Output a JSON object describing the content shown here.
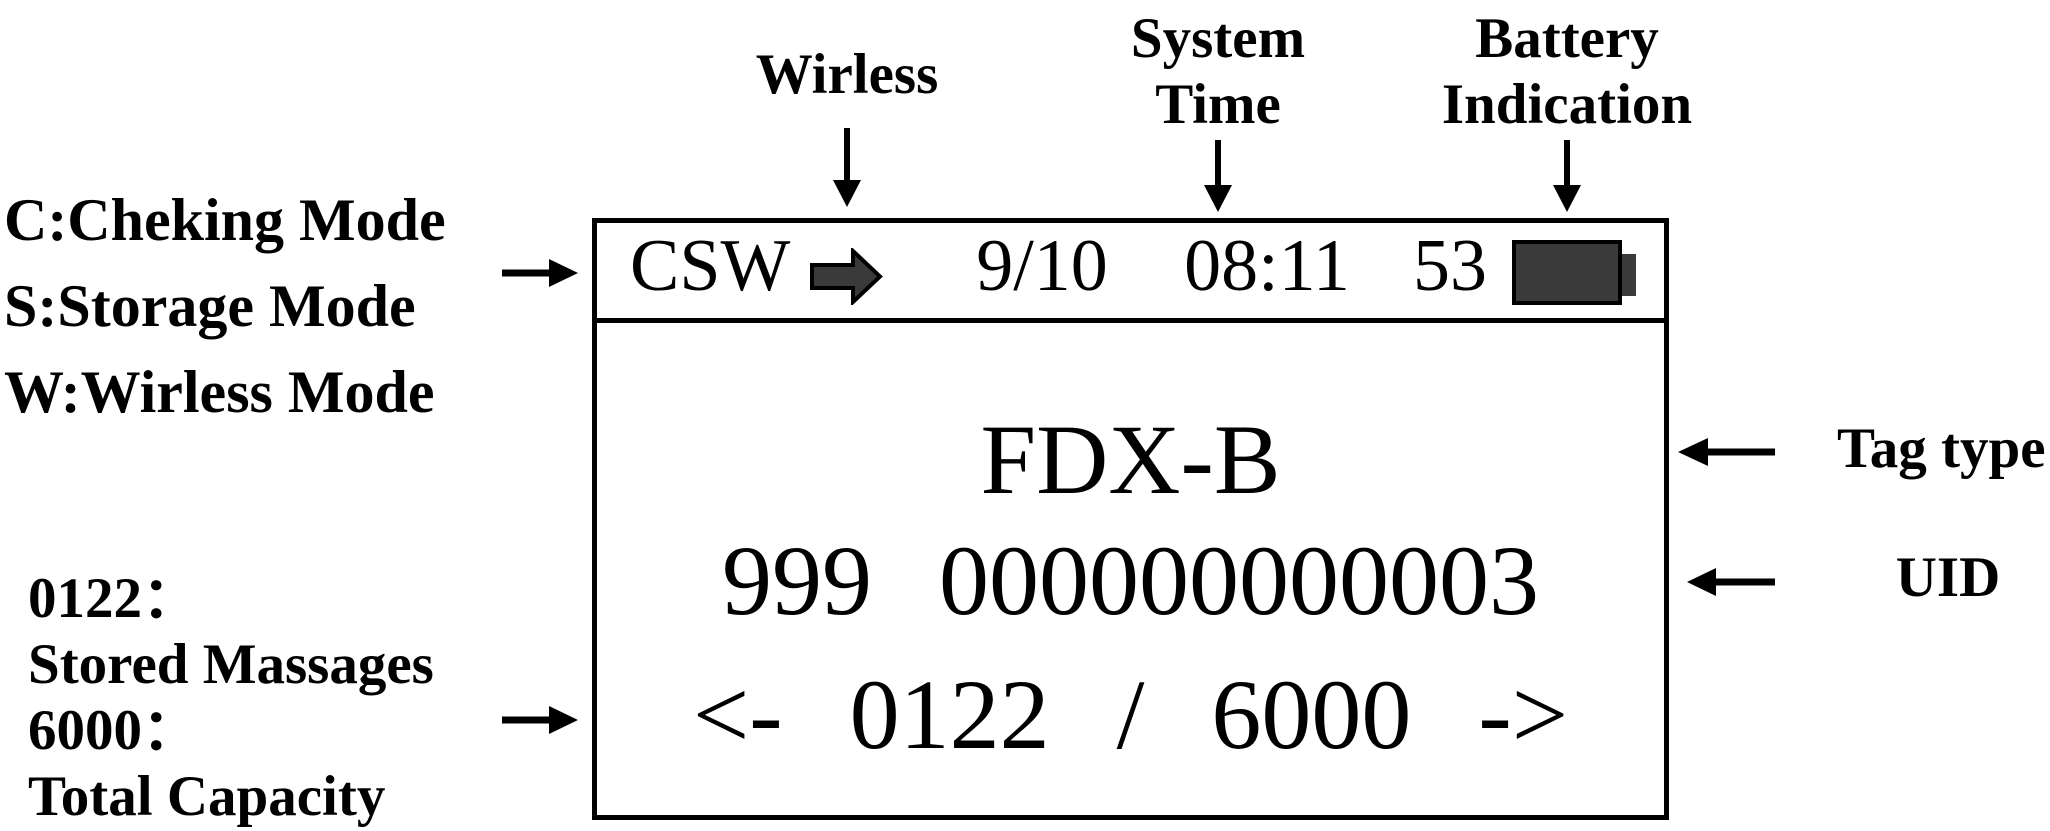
{
  "status_bar": {
    "modes": "CSW",
    "mode_arrow_icon": "right-block-arrow-icon",
    "date": "9/10",
    "time": "08:11",
    "battery_percent": "53",
    "battery_icon": "battery-icon"
  },
  "display": {
    "tag_type": "FDX-B",
    "uid": "999 000000000003",
    "nav": "<- 0122 / 6000 ->"
  },
  "annotations": {
    "top": {
      "wireless": "Wirless",
      "system_time_line1": "System",
      "system_time_line2": "Time",
      "battery_line1": "Battery",
      "battery_line2": "Indication"
    },
    "left": {
      "modes_line1": "C:Cheking Mode",
      "modes_line2": "S:Storage Mode",
      "modes_line3": "W:Wirless Mode",
      "stored_value": "0122：",
      "stored_label": "Stored Massages",
      "capacity_value": "6000：",
      "capacity_label": "Total Capacity"
    },
    "right": {
      "tag_type": "Tag type",
      "uid": "UID"
    }
  },
  "colors": {
    "ink": "#000000",
    "icon_fill_gray": "#3a3a3a",
    "background": "#ffffff"
  }
}
